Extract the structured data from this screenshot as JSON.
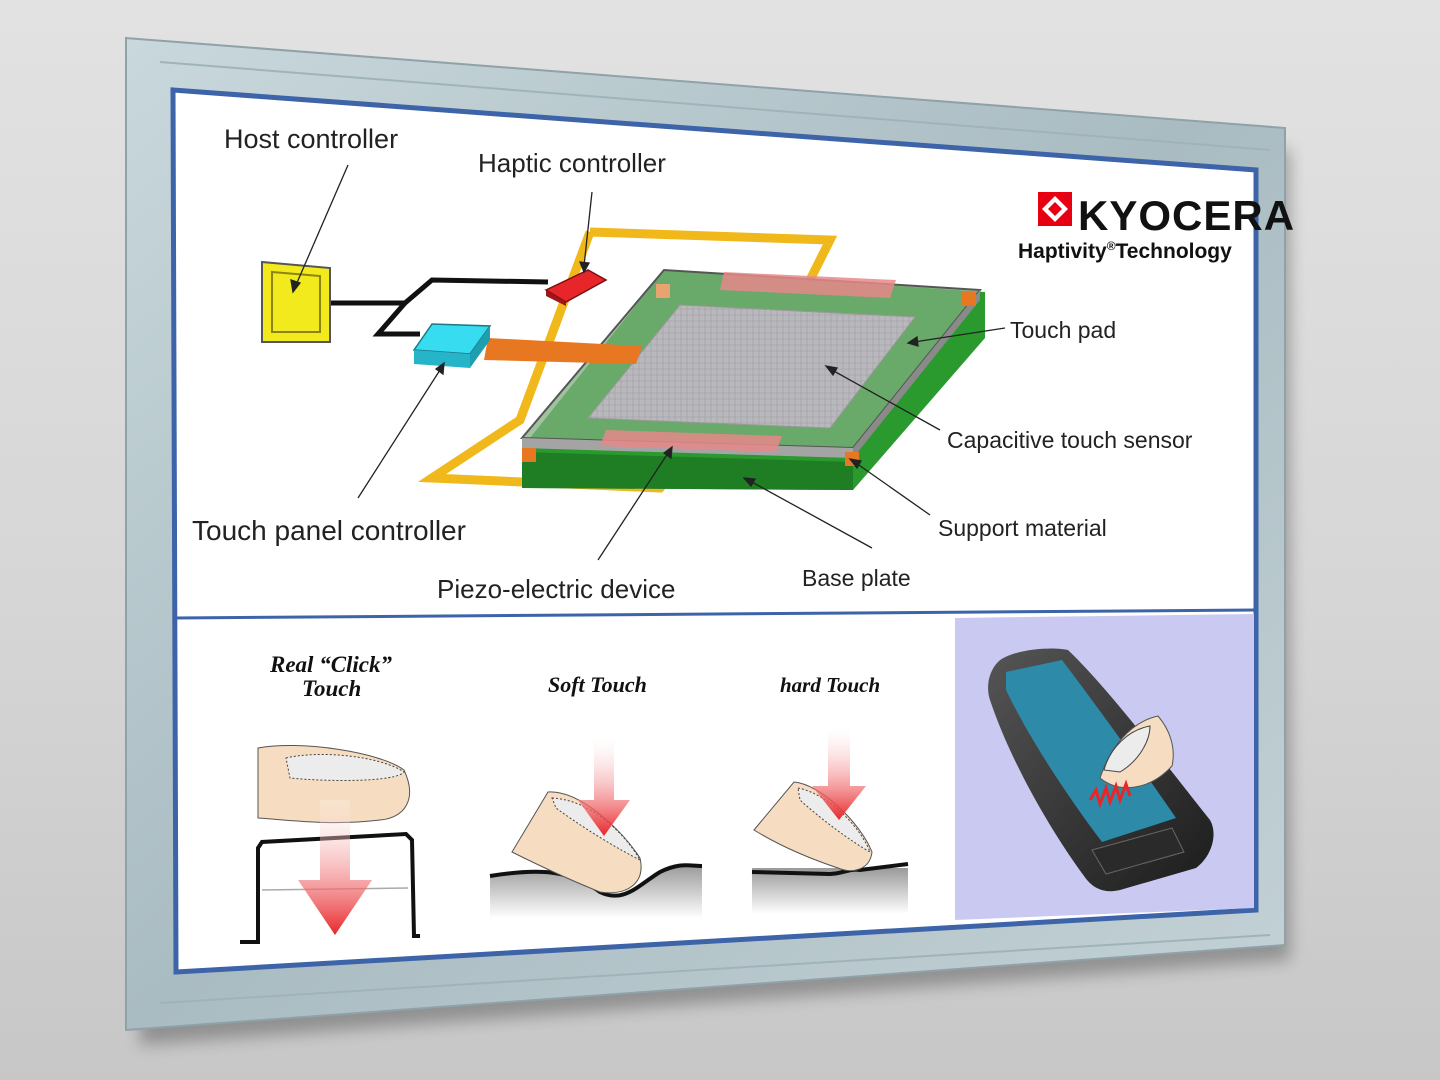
{
  "brand": {
    "logo_text": "KYOCERA",
    "tagline_prefix": "Haptivity",
    "tagline_mark": "®",
    "tagline_suffix": "Technology"
  },
  "diagram": {
    "labels": {
      "host_controller": "Host controller",
      "haptic_controller": "Haptic controller",
      "touch_pad": "Touch pad",
      "capacitive_touch_sensor": "Capacitive touch sensor",
      "touch_panel_controller": "Touch panel controller",
      "support_material": "Support material",
      "piezo_electric_device": "Piezo-electric device",
      "base_plate": "Base plate"
    },
    "colors": {
      "host_controller": "#f2ea1c",
      "haptic_controller": "#e8262a",
      "touch_panel_controller": "#38dcf0",
      "flex_cable": "#f0b81a",
      "connector": "#e87722",
      "base_plate": "#2a9a2e",
      "piezo": "#e8888a",
      "support": "#e87722"
    }
  },
  "illustrations": {
    "real_click_line1": "Real “Click”",
    "real_click_line2": "Touch",
    "soft_touch": "Soft Touch",
    "hard_touch": "hard Touch"
  }
}
